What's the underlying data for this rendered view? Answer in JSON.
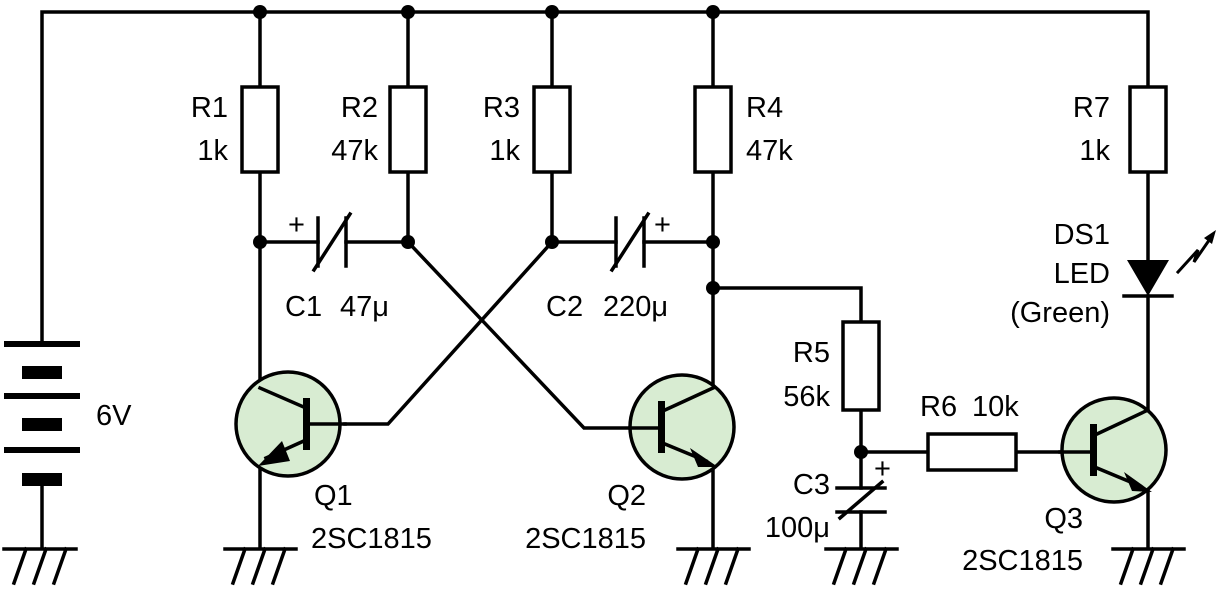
{
  "colors": {
    "wire": "#000000",
    "transistor_fill": "#d8ecd2",
    "background": "#ffffff"
  },
  "battery": {
    "voltage": "6V"
  },
  "resistors": [
    {
      "ref": "R1",
      "value": "1k"
    },
    {
      "ref": "R2",
      "value": "47k"
    },
    {
      "ref": "R3",
      "value": "1k"
    },
    {
      "ref": "R4",
      "value": "47k"
    },
    {
      "ref": "R5",
      "value": "56k"
    },
    {
      "ref": "R6",
      "value": "10k"
    },
    {
      "ref": "R7",
      "value": "1k"
    }
  ],
  "capacitors": [
    {
      "ref": "C1",
      "value": "47μ",
      "polarity": "+"
    },
    {
      "ref": "C2",
      "value": "220μ",
      "polarity": "+"
    },
    {
      "ref": "C3",
      "value": "100μ",
      "polarity": "+"
    }
  ],
  "transistors": [
    {
      "ref": "Q1",
      "part": "2SC1815"
    },
    {
      "ref": "Q2",
      "part": "2SC1815"
    },
    {
      "ref": "Q3",
      "part": "2SC1815"
    }
  ],
  "led": {
    "ref": "DS1",
    "type": "LED",
    "color": "(Green)"
  }
}
